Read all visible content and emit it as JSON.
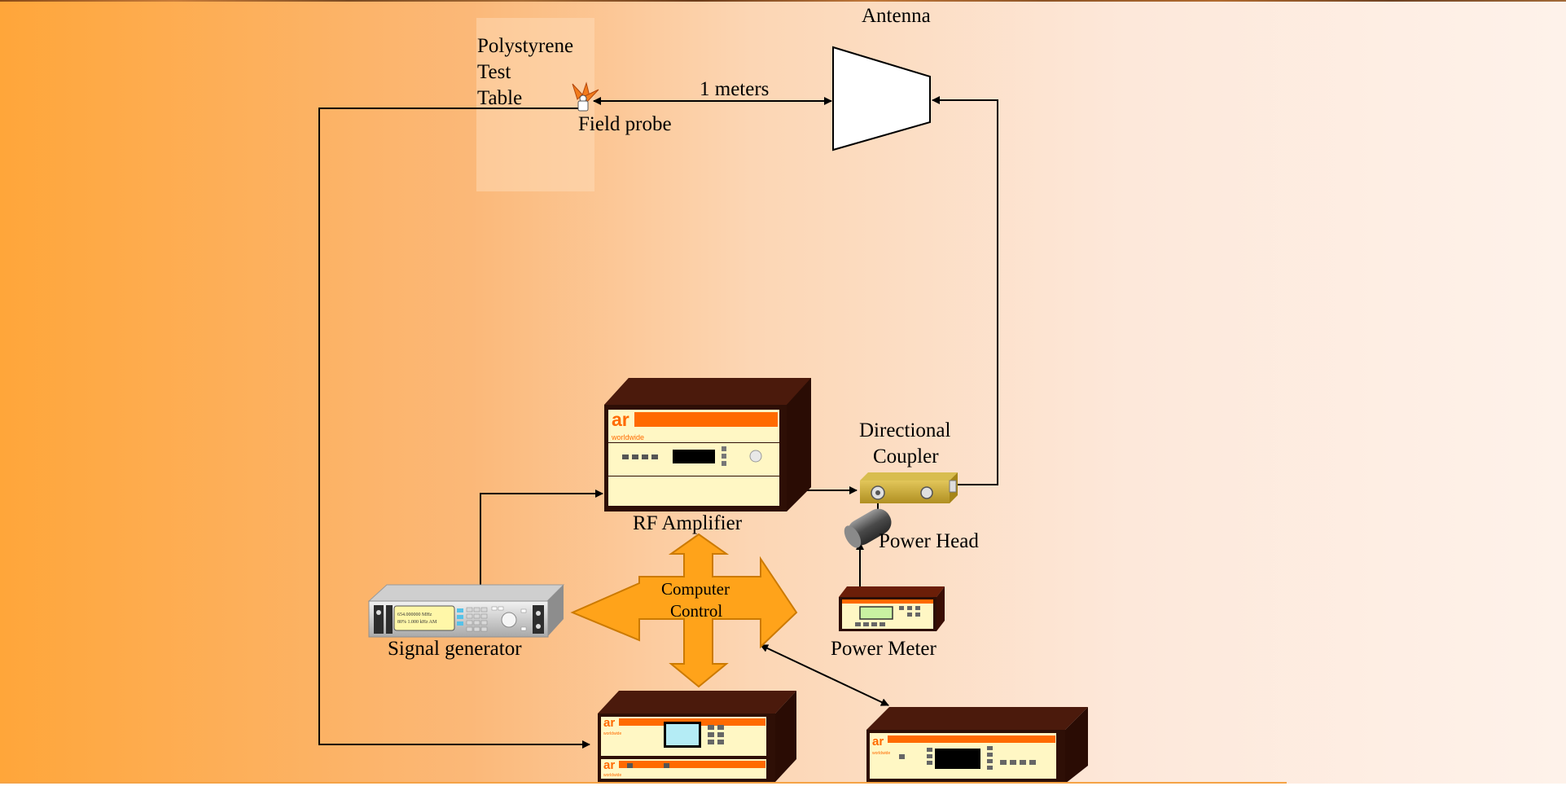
{
  "labels": {
    "antenna": "Antenna",
    "polystyrene": [
      "Polystyrene",
      "Test",
      "Table"
    ],
    "distance": "1 meters",
    "field_probe": "Field probe",
    "directional_coupler": [
      "Directional",
      "Coupler"
    ],
    "rf_amplifier": "RF Amplifier",
    "power_head": "Power Head",
    "computer_control": [
      "Computer",
      "Control"
    ],
    "signal_generator": "Signal generator",
    "power_meter": "Power Meter"
  },
  "devices": {
    "brand": "ar",
    "brand_sub": "worldwide",
    "signal_generator_display": [
      "654.000000 MHz",
      "80%  1.000 kHz AM"
    ]
  },
  "colors": {
    "gradient_left": "#ffa63a",
    "gradient_right": "#fef2ea",
    "cross_fill": "#ffa31a",
    "device_case": "#2e0f06",
    "device_panel": "#fff7c4",
    "brand_orange": "#ff6a00",
    "coupler": "#c9a93a",
    "line": "#000000"
  }
}
